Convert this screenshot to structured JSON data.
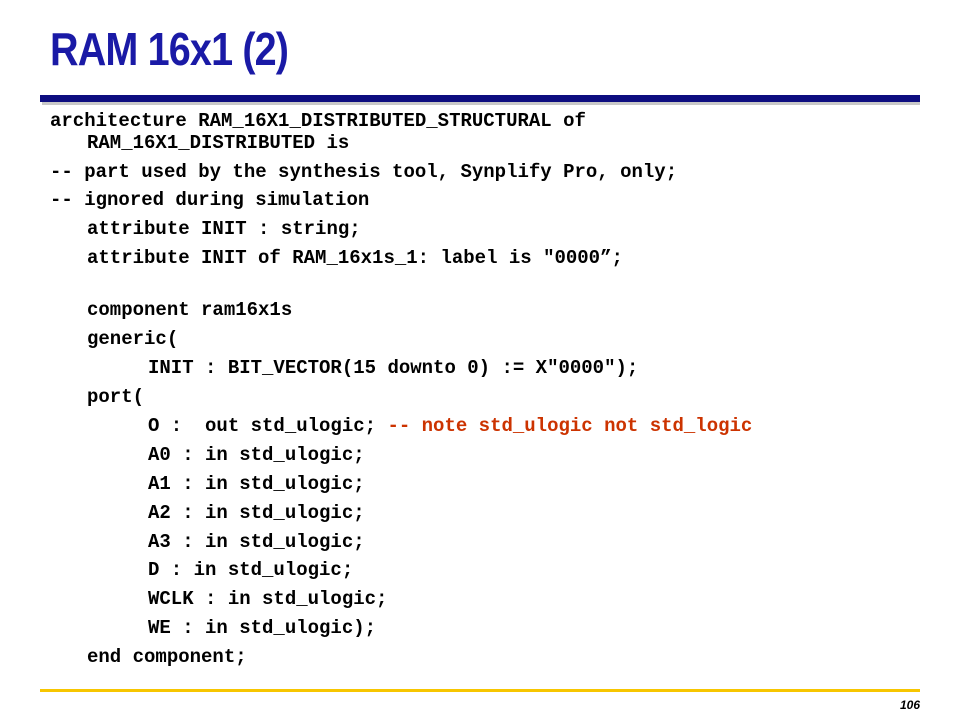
{
  "slide": {
    "title": "RAM 16x1 (2)",
    "page_number": "106",
    "colors": {
      "title": "#1a1aa6",
      "bar": "#0d0d80",
      "comment": "#cc3300",
      "bottom_rule": "#f7c600"
    }
  },
  "code": {
    "l1": "architecture RAM_16X1_DISTRIBUTED_STRUCTURAL of",
    "l2": "RAM_16X1_DISTRIBUTED is",
    "l3": "-- part used by the synthesis tool, Synplify Pro, only;",
    "l4": "-- ignored during simulation",
    "l5": "attribute INIT : string;",
    "l6": "attribute INIT of RAM_16x1s_1: label is \"0000”;",
    "l7": "component ram16x1s",
    "l8": "generic(",
    "l9": "INIT : BIT_VECTOR(15 downto 0) := X\"0000\");",
    "l10": "port(",
    "l11_code": "O :  out std_ulogic; ",
    "l11_comment": "-- note std_ulogic not std_logic",
    "l12": "A0 : in std_ulogic;",
    "l13": "A1 : in std_ulogic;",
    "l14": "A2 : in std_ulogic;",
    "l15": "A3 : in std_ulogic;",
    "l16": "D : in std_ulogic;",
    "l17": "WCLK : in std_ulogic;",
    "l18": "WE : in std_ulogic);",
    "l19": "end component;"
  }
}
